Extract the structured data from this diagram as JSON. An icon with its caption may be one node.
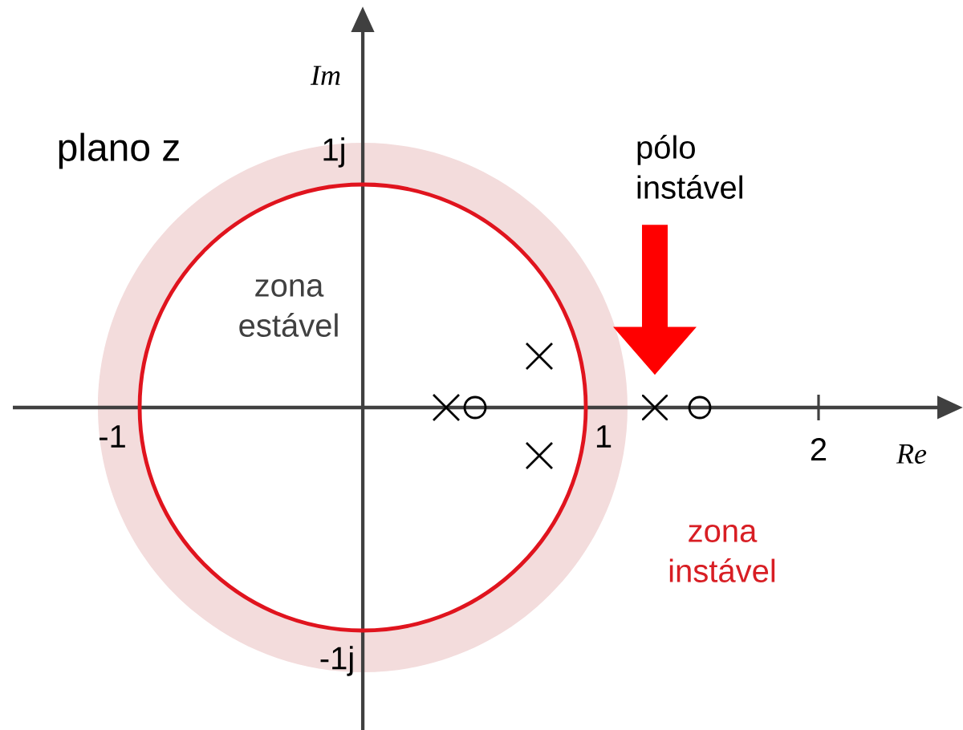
{
  "diagram": {
    "nodes": [
      {
        "text": [
          "pólo instável"
        ]
      },
      {
        "text": [],
        "shape": "cross"
      }
    ],
    "edges": [
      {
        "from": 0,
        "to": 1,
        "arrow": "to",
        "color": "#ff0000"
      }
    ],
    "labels": [
      "plano z",
      "Im",
      "1j",
      "zona estável",
      "-1",
      "1",
      "2",
      "Re",
      "zona instável",
      "-1j"
    ]
  }
}
